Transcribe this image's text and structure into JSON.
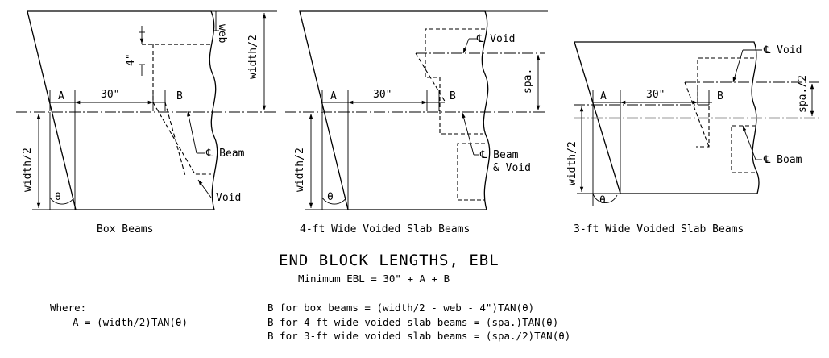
{
  "labels": {
    "web": "web",
    "width_half": "width/2",
    "four_in": "4\"",
    "a": "A",
    "b": "B",
    "thirty": "30\"",
    "theta": "θ",
    "cl_beam": "℄ Beam",
    "void": "Void",
    "cl_void": "℄ Void",
    "spa": "spa.",
    "cl_beam_void_1": "℄ Beam",
    "cl_beam_void_2": "& Void",
    "spa_half": "spa./2",
    "cl_boam": "℄ Boam"
  },
  "captions": {
    "box": "Box Beams",
    "four_ft": "4-ft Wide Voided Slab Beams",
    "three_ft": "3-ft Wide Voided Slab Beams"
  },
  "title": "END BLOCK LENGTHS, EBL",
  "subtitle": "Minimum EBL = 30\" + A + B",
  "formulas": {
    "where": "Where:",
    "a_formula": "A = (width/2)TAN(θ)",
    "b_box": "B for box beams = (width/2 - web - 4\")TAN(θ)",
    "b_four": "B for 4-ft wide voided slab beams = (spa.)TAN(θ)",
    "b_three": "B for 3-ft wide voided slab beams = (spa./2)TAN(θ)"
  }
}
